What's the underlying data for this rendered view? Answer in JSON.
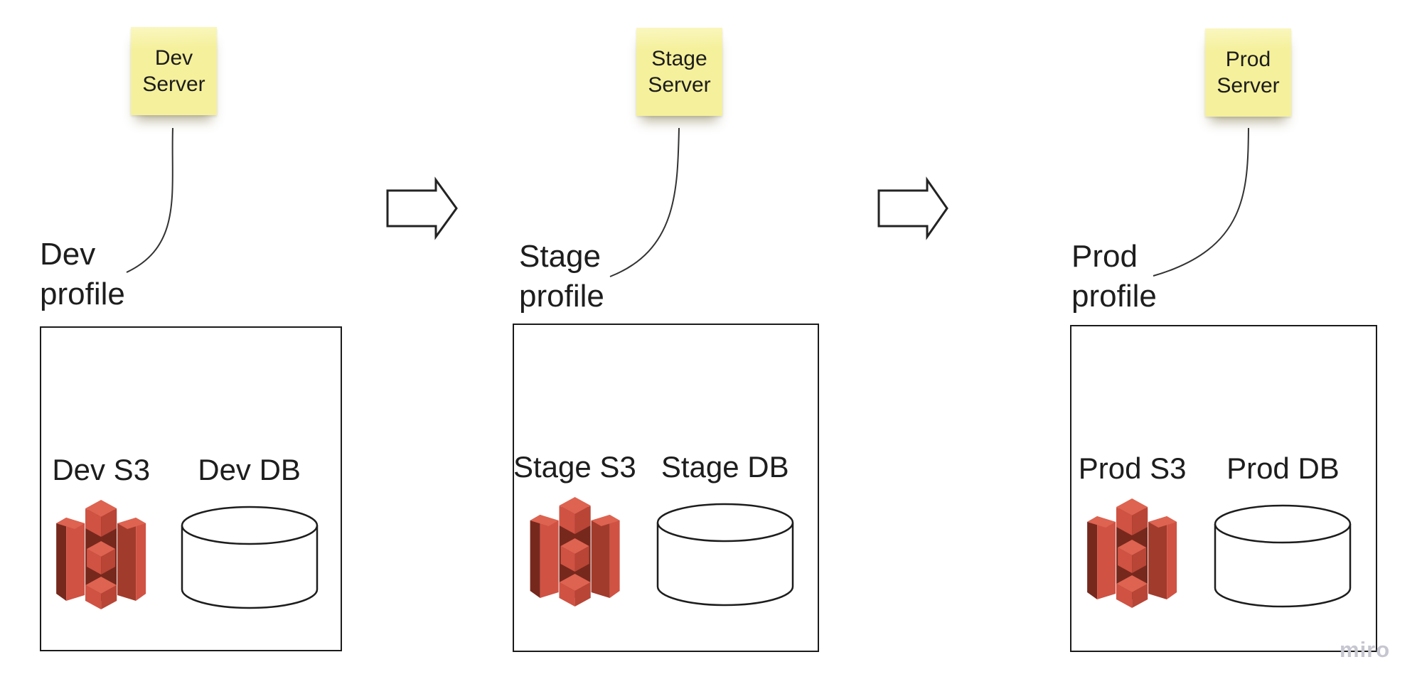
{
  "page": {
    "background": "#ffffff",
    "watermark": "miro"
  },
  "colors": {
    "ink": "#1d1d1d",
    "box-border": "#1b1b1b",
    "line": "#333333",
    "arrow-stroke": "#232323",
    "sticky-bg": "#f5f09b",
    "sticky-bg-light": "#faf7c0",
    "sticky-text": "#1c1c1c",
    "s3-bright": "#de6350",
    "s3-medium": "#d05243",
    "s3-middark": "#b84536",
    "s3-dark": "#a13b2c",
    "s3-deep": "#76281d",
    "watermark-color": "#c6c6d0"
  },
  "icons": {
    "s3": "aws-s3-icon",
    "db": "database-cylinder-icon",
    "arrow": "block-arrow-right-icon"
  },
  "groups": [
    {
      "id": "dev",
      "sticky": {
        "line1": "Dev",
        "line2": "Server"
      },
      "profile": {
        "line1": "Dev",
        "line2": "profile"
      },
      "s3_label": "Dev S3",
      "db_label": "Dev DB"
    },
    {
      "id": "stage",
      "sticky": {
        "line1": "Stage",
        "line2": "Server"
      },
      "profile": {
        "line1": "Stage",
        "line2": "profile"
      },
      "s3_label": "Stage S3",
      "db_label": "Stage DB"
    },
    {
      "id": "prod",
      "sticky": {
        "line1": "Prod",
        "line2": "Server"
      },
      "profile": {
        "line1": "Prod",
        "line2": "profile"
      },
      "s3_label": "Prod S3",
      "db_label": "Prod DB"
    }
  ]
}
